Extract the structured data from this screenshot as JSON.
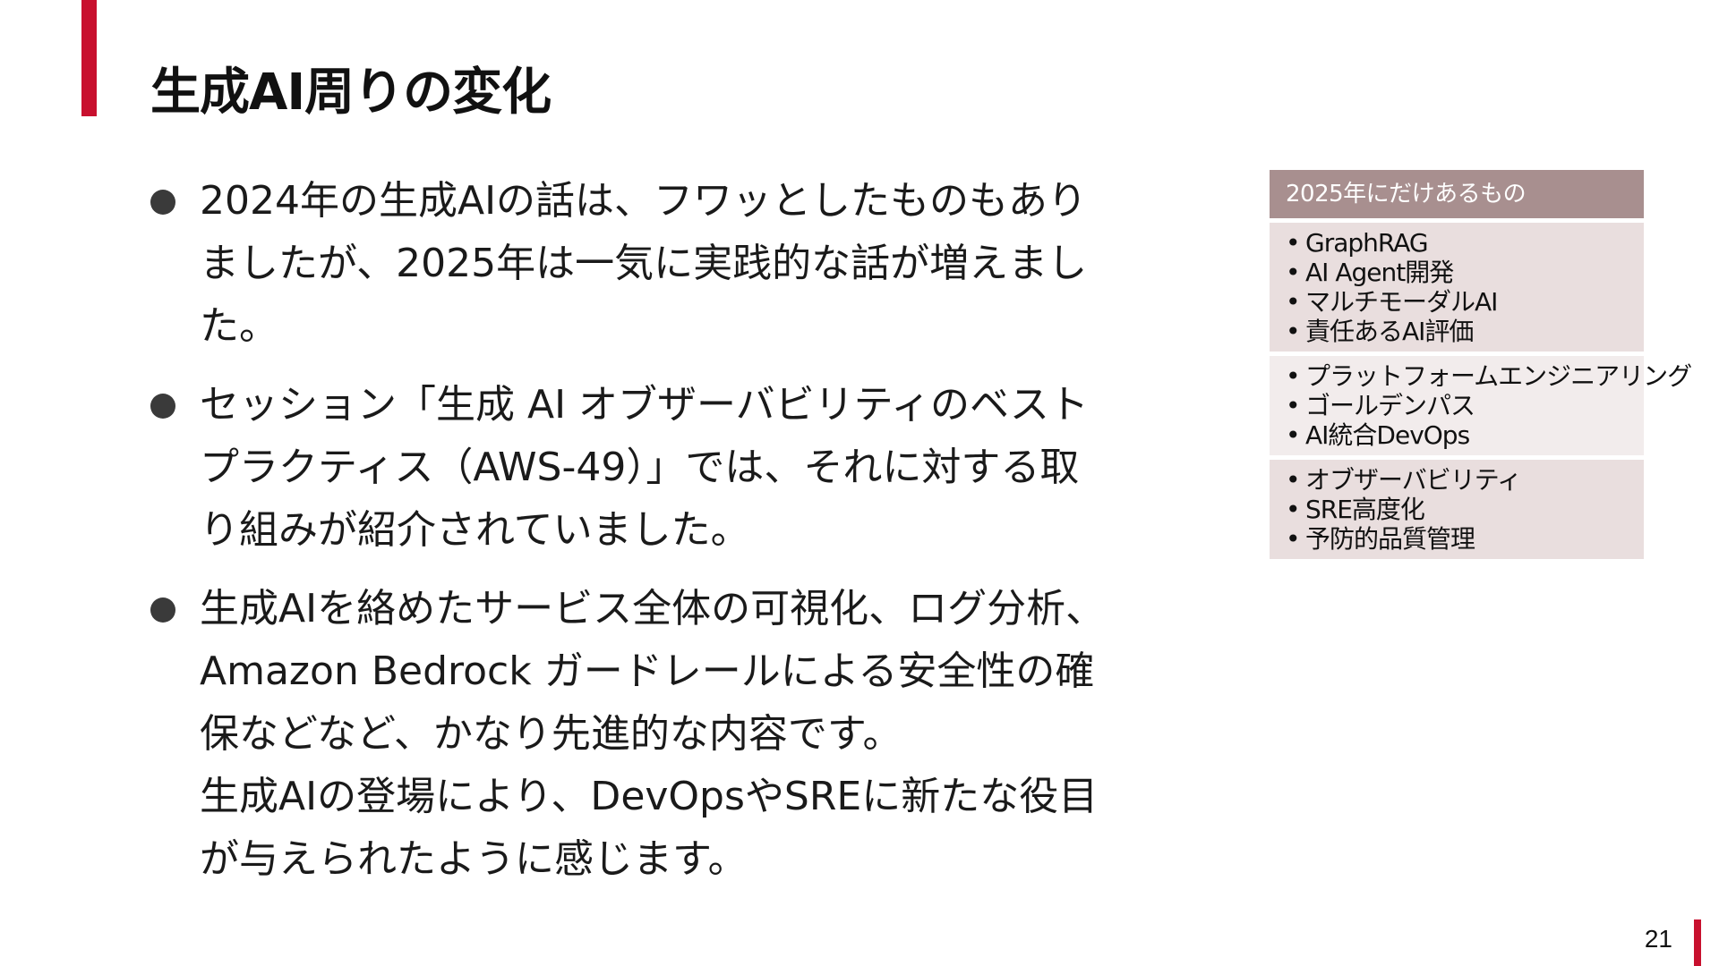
{
  "slide": {
    "title": "生成AI周りの変化",
    "accent_color": "#c8102e",
    "page_number": "21"
  },
  "bullets": [
    {
      "lines": [
        "2024年の生成AIの話は、フワッとしたものもあり",
        "ましたが、2025年は一気に実践的な話が増えまし",
        "た。"
      ]
    },
    {
      "lines": [
        "セッション「生成 AI オブザーバビリティのベスト",
        "プラクティス（AWS-49）」では、それに対する取",
        "り組みが紹介されていました。"
      ]
    },
    {
      "lines": [
        "生成AIを絡めたサービス全体の可視化、ログ分析、",
        "Amazon Bedrock ガードレールによる安全性の確",
        "保などなど、かなり先進的な内容です。",
        "生成AIの登場により、DevOpsやSREに新たな役目",
        "が与えられたように感じます。"
      ]
    }
  ],
  "side_box": {
    "header": "2025年にだけあるもの",
    "header_color": "#a88f8f",
    "groups": [
      {
        "items": [
          "GraphRAG",
          "AI Agent開発",
          "マルチモーダルAI",
          "責任あるAI評価"
        ]
      },
      {
        "items": [
          "プラットフォームエンジニアリング",
          "ゴールデンパス",
          "AI統合DevOps"
        ]
      },
      {
        "items": [
          "オブザーバビリティ",
          "SRE高度化",
          "予防的品質管理"
        ]
      }
    ]
  }
}
